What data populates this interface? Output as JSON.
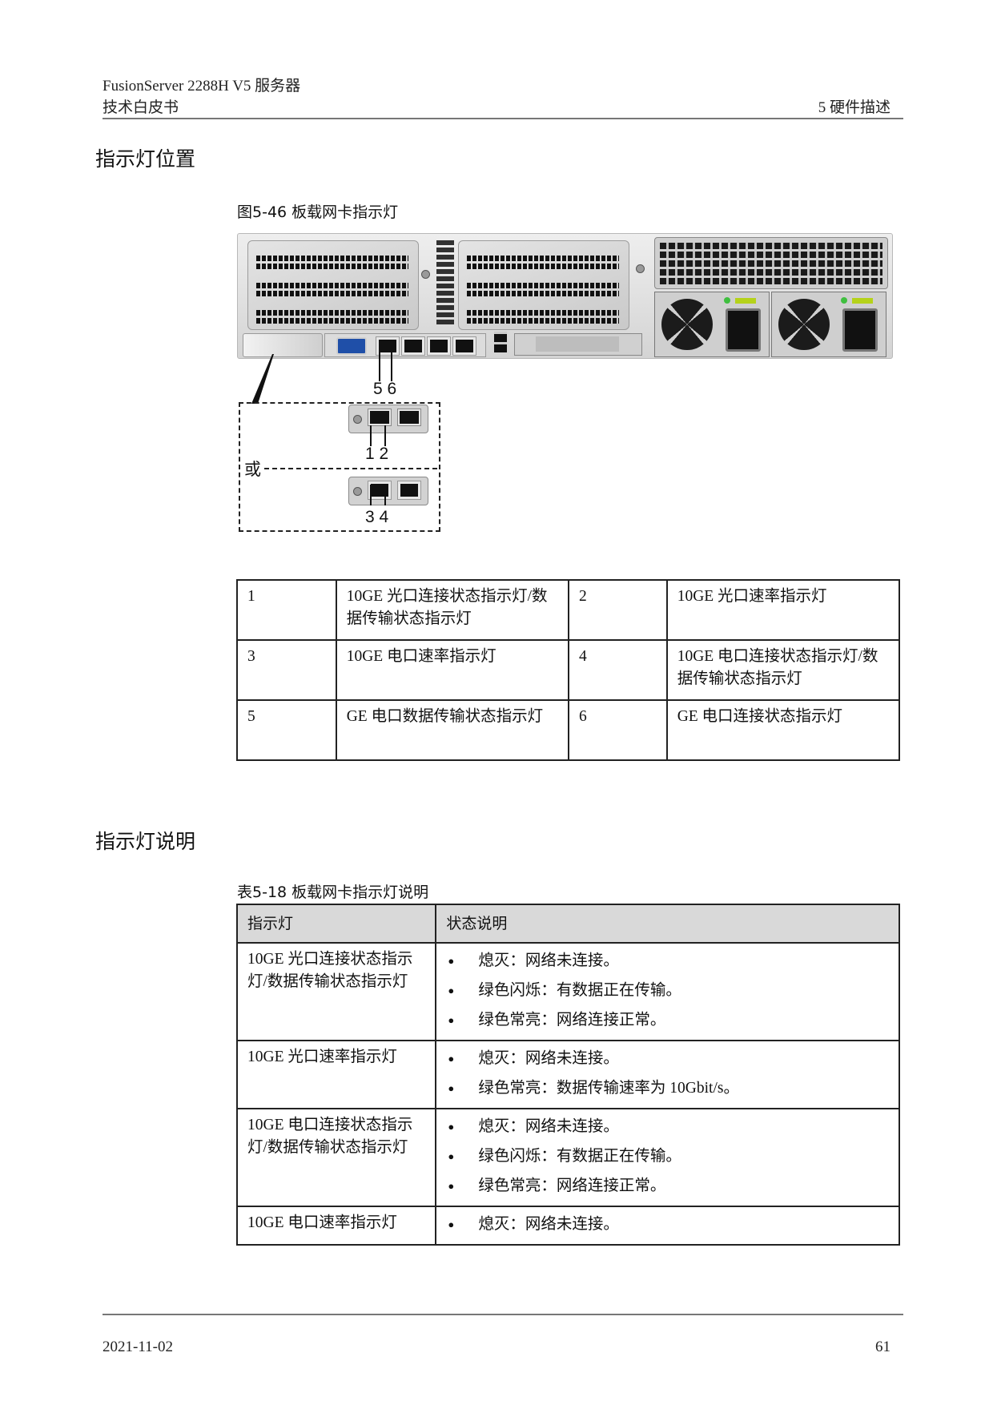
{
  "header": {
    "product": "FusionServer 2288H V5  服务器",
    "doc_type": "技术白皮书",
    "chapter": "5  硬件描述"
  },
  "section1": {
    "title": "指示灯位置",
    "figure_caption": "图5-46 板载网卡指示灯",
    "figure": {
      "callout_labels": [
        "5 6",
        "1 2",
        "3 4"
      ],
      "or_label": "或",
      "icons": [
        "server-rear-chassis",
        "vga-port",
        "ge-rj45-ports",
        "usb-ports",
        "psu-fan",
        "power-socket",
        "sfp-card",
        "rj45-card"
      ]
    },
    "legend_table": {
      "rows": [
        {
          "n1": "1",
          "d1": "10GE 光口连接状态指示灯/数据传输状态指示灯",
          "n2": "2",
          "d2": "10GE 光口速率指示灯"
        },
        {
          "n1": "3",
          "d1": "10GE 电口速率指示灯",
          "n2": "4",
          "d2": "10GE 电口连接状态指示灯/数据传输状态指示灯"
        },
        {
          "n1": "5",
          "d1": "GE 电口数据传输状态指示灯",
          "n2": "6",
          "d2": "GE 电口连接状态指示灯"
        }
      ]
    }
  },
  "section2": {
    "title": "指示灯说明",
    "table_caption": "表5-18 板载网卡指示灯说明",
    "table": {
      "headers": [
        "指示灯",
        "状态说明"
      ],
      "rows": [
        {
          "indicator": "10GE 光口连接状态指示灯/数据传输状态指示灯",
          "states": [
            "熄灭：网络未连接。",
            "绿色闪烁：有数据正在传输。",
            "绿色常亮：网络连接正常。"
          ]
        },
        {
          "indicator": "10GE 光口速率指示灯",
          "states": [
            "熄灭：网络未连接。",
            "绿色常亮：数据传输速率为 10Gbit/s。"
          ]
        },
        {
          "indicator": "10GE 电口连接状态指示灯/数据传输状态指示灯",
          "states": [
            "熄灭：网络未连接。",
            "绿色闪烁：有数据正在传输。",
            "绿色常亮：网络连接正常。"
          ]
        },
        {
          "indicator": "10GE 电口速率指示灯",
          "states": [
            "熄灭：网络未连接。"
          ]
        }
      ]
    }
  },
  "footer": {
    "date": "2021-11-02",
    "page": "61"
  },
  "colors": {
    "rule": "#777777",
    "table_header_bg": "#d9d9d9",
    "vga_blue": "#1f4fa8",
    "psu_led_green": "#3fbf3f",
    "latch_yellow_green": "#b5d21a"
  }
}
